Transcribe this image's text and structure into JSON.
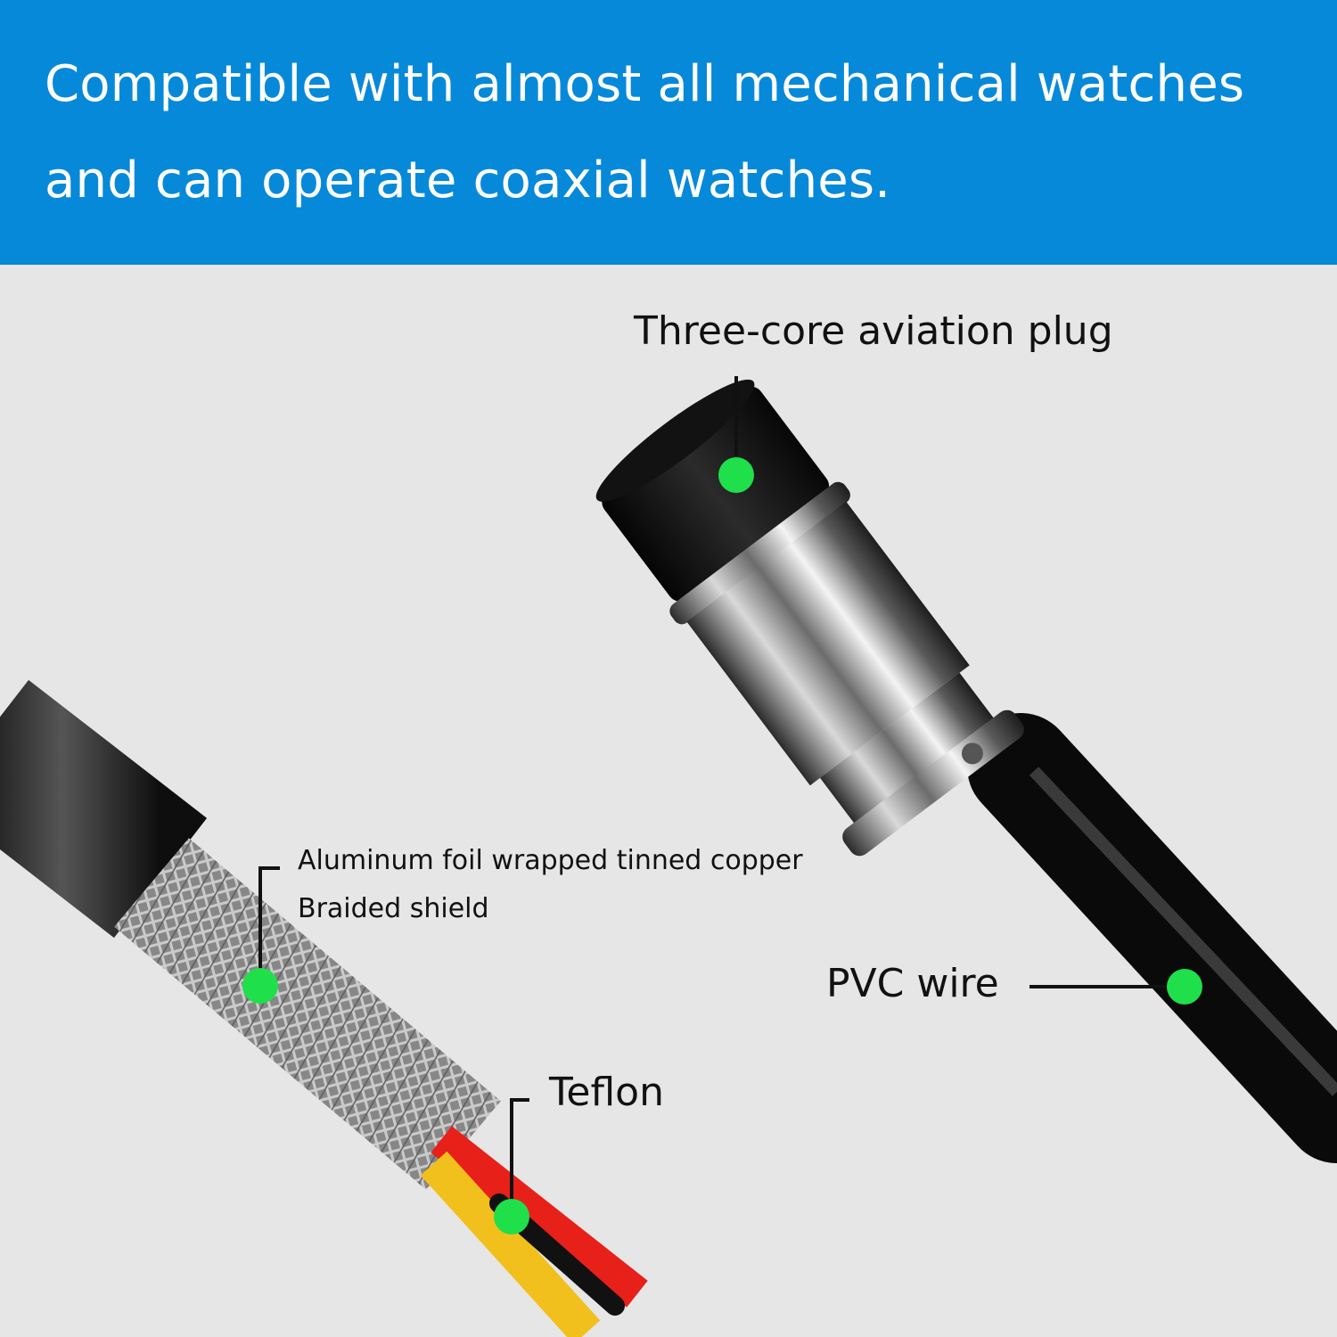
{
  "banner": {
    "line1": "Compatible with almost all mechanical watches",
    "line2": "and can operate coaxial watches.",
    "background_color": "#0789d9",
    "text_color": "#ffffff"
  },
  "callouts": {
    "plug": "Three-core aviation plug",
    "pvc": "PVC wire",
    "shield_line1": "Aluminum foil wrapped tinned copper",
    "shield_line2": "Braided shield",
    "teflon": "Teflon",
    "marker_color": "#1fe04a"
  },
  "wire_colors": [
    "#e8201a",
    "#f2c01c",
    "#111111"
  ]
}
